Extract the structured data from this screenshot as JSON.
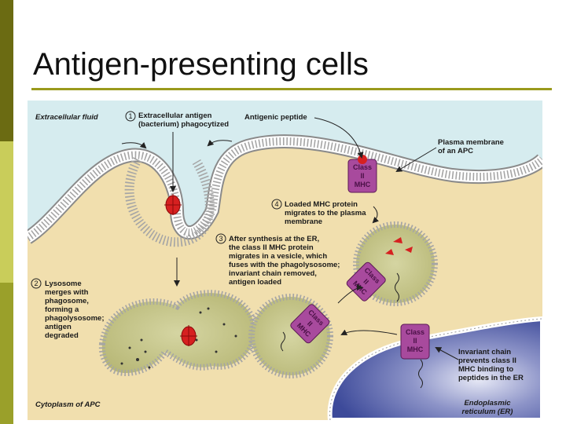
{
  "slide": {
    "title": "Antigen-presenting cells"
  },
  "theme": {
    "sidebar_colors": [
      "#6b6b12",
      "#c9cd5a",
      "#9aa02a"
    ],
    "rule_color": "#9a9a1c",
    "extracellular_color": "#d6ecef",
    "cytoplasm_color": "#f1dfae",
    "vesicle_color": "#c9c98e",
    "mhc_color": "#a84a9d",
    "er_color": "#3d4a9a"
  },
  "figure": {
    "region_labels": {
      "extracellular": "Extracellular fluid",
      "cytoplasm": "Cytoplasm of APC",
      "er_line1": "Endoplasmic",
      "er_line2": "reticulum (ER)"
    },
    "steps": [
      {
        "number": "1",
        "lines": [
          "Extracellular antigen",
          "(bacterium) phagocytized"
        ]
      },
      {
        "number": "2",
        "lines": [
          "Lysosome",
          "merges with",
          "phagosome,",
          "forming a",
          "phagolysosome;",
          "antigen",
          "degraded"
        ]
      },
      {
        "number": "3",
        "lines": [
          "After synthesis at the ER,",
          "the class II MHC protein",
          "migrates in a vesicle, which",
          "fuses with the phagolysosome;",
          "invariant chain removed,",
          "antigen loaded"
        ]
      },
      {
        "number": "4",
        "lines": [
          "Loaded MHC protein",
          "migrates to the plasma",
          "membrane"
        ]
      }
    ],
    "callouts": {
      "antigenic_peptide": "Antigenic peptide",
      "plasma_membrane": [
        "Plasma membrane",
        "of an APC"
      ],
      "invariant_chain": [
        "Invariant chain",
        "prevents class II",
        "MHC binding to",
        "peptides in the ER"
      ]
    },
    "mhc_label": [
      "Class",
      "II",
      "MHC"
    ]
  }
}
